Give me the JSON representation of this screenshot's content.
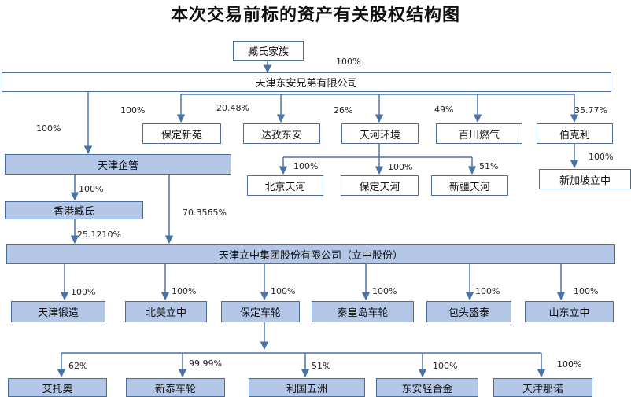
{
  "title": "本次交易前标的资产有关股权结构图",
  "nodes": {
    "zang_family": "臧氏家族",
    "tj_dongan": "天津东安兄弟有限公司",
    "baoding_xinyuan": "保定新苑",
    "dazi_dongan": "达孜东安",
    "tianhe_env": "天河环境",
    "baichuan_gas": "百川燃气",
    "bokeli": "伯克利",
    "tj_qiguan": "天津企管",
    "bj_tianhe": "北京天河",
    "bd_tianhe": "保定天河",
    "xj_tianhe": "新疆天河",
    "sg_lizhong": "新加坡立中",
    "hk_zang": "香港臧氏",
    "lizhong_group": "天津立中集团股份有限公司（立中股份）",
    "tj_duanzao": "天津锻造",
    "na_lizhong": "北美立中",
    "bd_chelun": "保定车轮",
    "qhd_chelun": "秦皇岛车轮",
    "bt_shengtai": "包头盛泰",
    "sd_lizhong": "山东立中",
    "aituoao": "艾托奥",
    "xintai_chelun": "新泰车轮",
    "liguo_wuzhou": "利国五洲",
    "dongan_alloy": "东安轻合金",
    "tj_nanuo": "天津那诺"
  },
  "percentages": {
    "family_to_dongan": "100%",
    "dongan_to_qiguan": "100%",
    "dongan_to_xinyuan": "100%",
    "dongan_to_dazi": "20.48%",
    "dongan_to_tianhe": "26%",
    "dongan_to_baichuan": "49%",
    "dongan_to_bokeli": "35.77%",
    "tianhe_to_bj": "100%",
    "tianhe_to_bd": "100%",
    "tianhe_to_xj": "51%",
    "bokeli_to_sg": "100%",
    "qiguan_to_hk": "100%",
    "hk_to_lizhong": "25.1210%",
    "qiguan_to_lizhong": "70.3565%",
    "lizhong_to_duanzao": "100%",
    "lizhong_to_na": "100%",
    "lizhong_to_chelun": "100%",
    "lizhong_to_qhd": "100%",
    "lizhong_to_bt": "100%",
    "lizhong_to_sd": "100%",
    "chelun_to_aituoao": "62%",
    "chelun_to_xintai": "99.99%",
    "chelun_to_liguo": "51%",
    "chelun_to_dongan_alloy": "100%",
    "chelun_to_nanuo": "100%"
  },
  "colors": {
    "line": "#4a74a8",
    "box_border": "#4a6d9b",
    "highlight_fill": "#b5c7e6"
  }
}
